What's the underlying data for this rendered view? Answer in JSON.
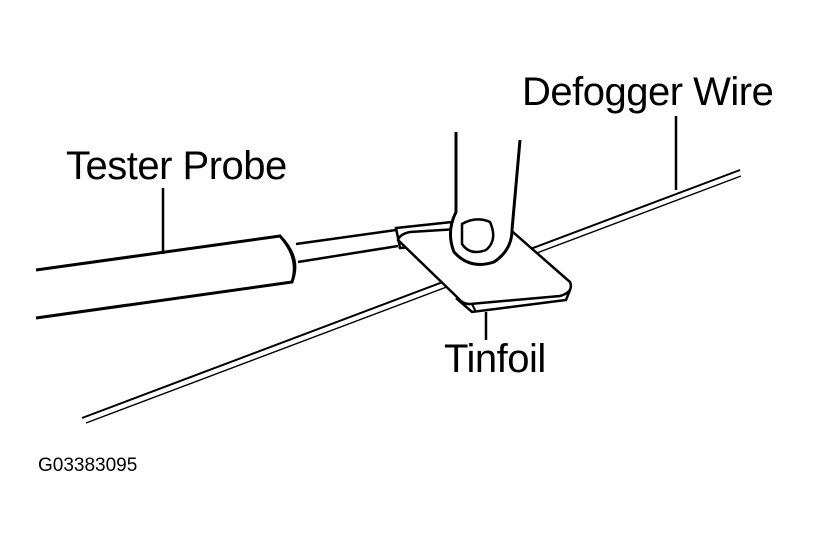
{
  "labels": {
    "defogger_wire": "Defogger Wire",
    "tester_probe": "Tester Probe",
    "tinfoil": "Tinfoil",
    "figure_id": "G03383095"
  },
  "colors": {
    "ink": "#000000",
    "background": "#ffffff"
  }
}
